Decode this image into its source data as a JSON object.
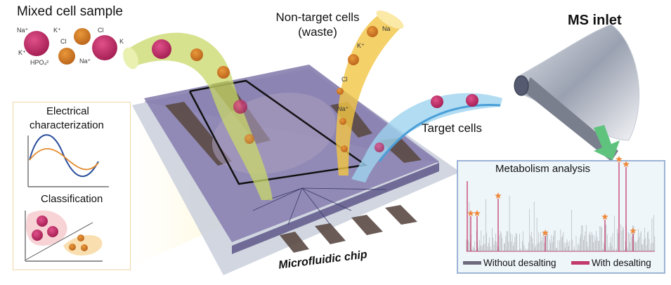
{
  "title_mixed": "Mixed cell sample",
  "ions": {
    "na1": "Na⁺",
    "k1": "K⁺",
    "k2": "K⁺",
    "cl1": "Cl",
    "cl2": "Cl",
    "k3": "K",
    "hpo4": "HPO₄²",
    "na2": "Na⁺"
  },
  "waste": {
    "line1": "Non-target cells",
    "line2": "(waste)",
    "ions": [
      "Na",
      "K⁺",
      "Cl",
      "Na⁺"
    ]
  },
  "target_label": "Target cells",
  "ms_inlet": "MS inlet",
  "chip_label": "Microfluidic chip",
  "left_panel": {
    "title1": "Electrical",
    "title2": "characterization",
    "classification": "Classification"
  },
  "metabolism": {
    "title": "Metabolism analysis",
    "legend": [
      {
        "label": "Without desalting",
        "color": "#6e6a7c"
      },
      {
        "label": "With desalting",
        "color": "#c23a6a"
      }
    ]
  },
  "colors": {
    "chip": "#8d86b3",
    "green_tube": "#c9d86a",
    "yellow_tube": "#f3c545",
    "blue_tube": "#9dd3ef",
    "star": "#ef8a3c"
  }
}
